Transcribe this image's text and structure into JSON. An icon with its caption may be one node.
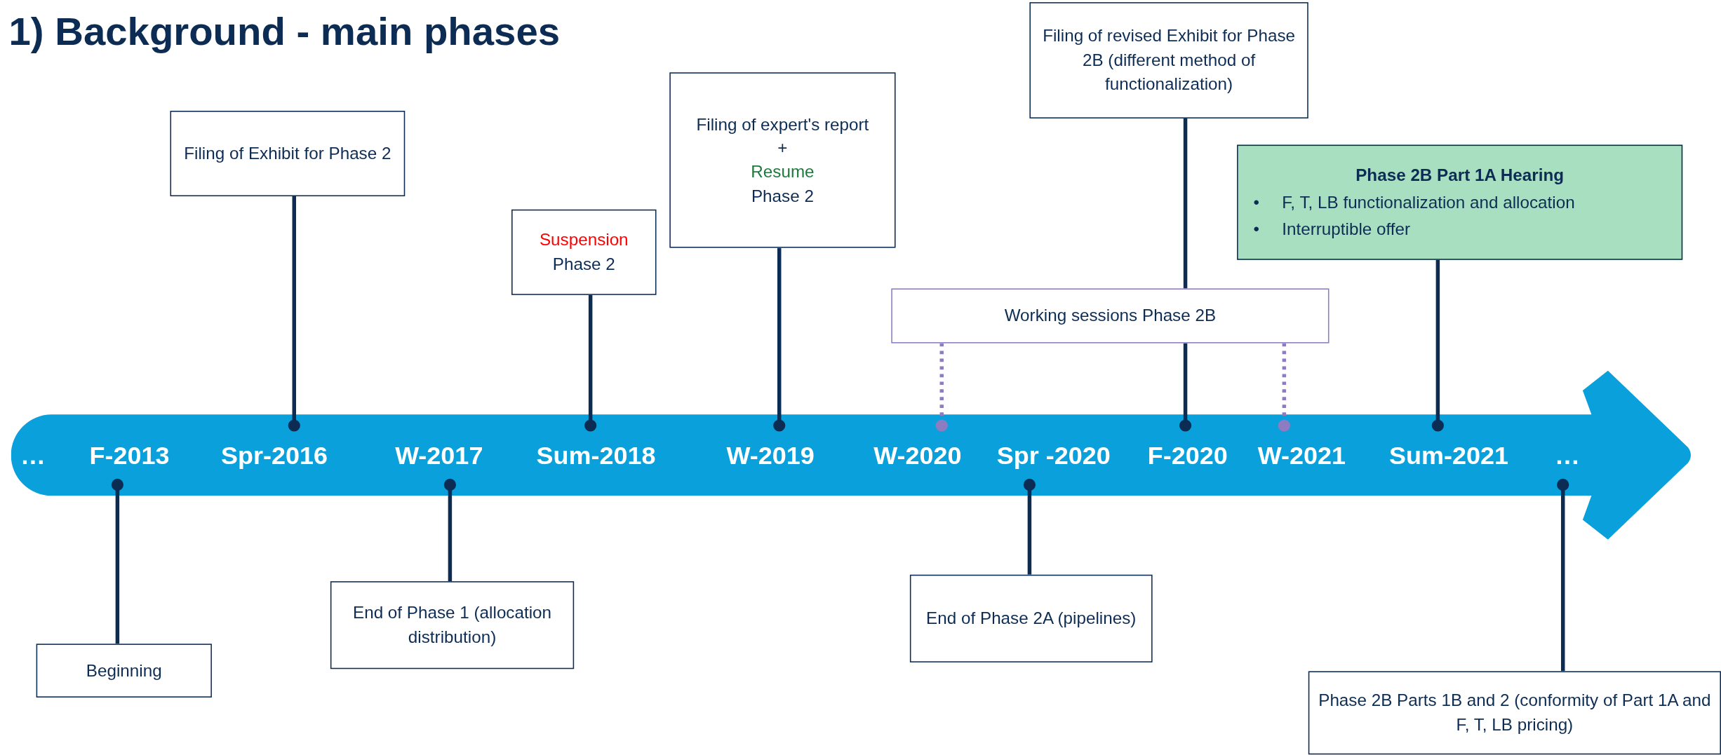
{
  "diagram": {
    "title": "1) Background - main phases",
    "nodes": [
      {
        "text": [],
        "shape": "arrow"
      },
      {
        "text": [
          "…"
        ],
        "in": 0
      },
      {
        "text": [
          "F-2013"
        ],
        "in": 0
      },
      {
        "text": [
          "Spr-2016"
        ],
        "in": 0
      },
      {
        "text": [
          "W-2017"
        ],
        "in": 0
      },
      {
        "text": [
          "Sum-2018"
        ],
        "in": 0
      },
      {
        "text": [
          "W-2019"
        ],
        "in": 0
      },
      {
        "text": [
          "W-2020"
        ],
        "in": 0
      },
      {
        "text": [
          "Spr -2020"
        ],
        "in": 0
      },
      {
        "text": [
          "F-2020"
        ],
        "in": 0
      },
      {
        "text": [
          "W-2021"
        ],
        "in": 0
      },
      {
        "text": [
          "Sum-2021"
        ],
        "in": 0
      },
      {
        "text": [
          "…"
        ],
        "in": 0
      },
      {
        "text": [
          "Filing of Exhibit for Phase 2"
        ]
      },
      {
        "text": [
          "Suspension",
          "Phase 2"
        ]
      },
      {
        "text": [
          "Filing of expert's report",
          "+",
          "Resume",
          "Phase 2"
        ]
      },
      {
        "text": [
          "Filing of revised Exhibit for Phase 2B (different method of functionalization)"
        ]
      },
      {
        "text": [
          "Phase 2B Part 1A Hearing",
          "•",
          "F, T, LB functionalization and allocation",
          "•",
          "Interruptible offer"
        ]
      },
      {
        "text": [
          "Working sessions Phase 2B"
        ]
      },
      {
        "text": [
          "Beginning"
        ]
      },
      {
        "text": [
          "End of Phase 1 (allocation distribution)"
        ]
      },
      {
        "text": [
          "End of Phase 2A (pipelines)"
        ]
      },
      {
        "text": [
          "Phase 2B Parts 1B and 2 (conformity of Part 1A and F, T, LB pricing)"
        ]
      }
    ],
    "edges": [
      {
        "from": 13,
        "to": 3,
        "arrow": "other"
      },
      {
        "from": 14,
        "to": 5,
        "arrow": "other"
      },
      {
        "from": 15,
        "to": 6,
        "arrow": "other"
      },
      {
        "from": 16,
        "to": 9,
        "arrow": "other"
      },
      {
        "from": 17,
        "to": 11,
        "arrow": "other"
      },
      {
        "from": 18,
        "to": 7,
        "arrow": "other",
        "style": "dashed",
        "color": "#8e7cc3"
      },
      {
        "from": 18,
        "to": 10,
        "arrow": "other",
        "style": "dashed",
        "color": "#8e7cc3"
      },
      {
        "from": 19,
        "to": 2,
        "arrow": "other"
      },
      {
        "from": 20,
        "to": 4,
        "arrow": "other"
      },
      {
        "from": 21,
        "to": 8,
        "arrow": "other"
      },
      {
        "from": 22,
        "to": 12,
        "arrow": "other"
      }
    ]
  }
}
